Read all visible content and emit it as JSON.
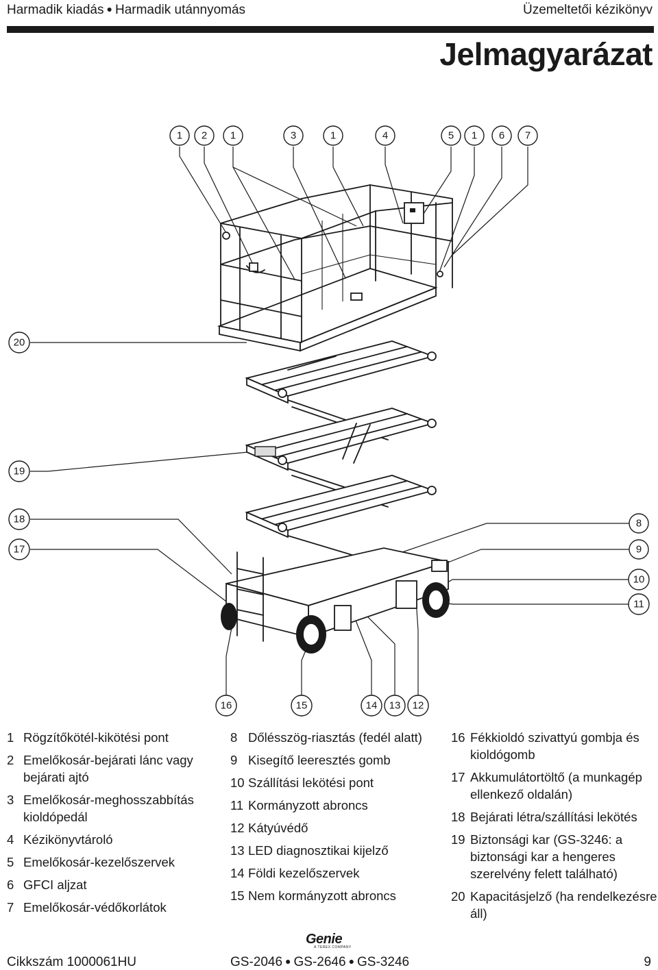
{
  "header": {
    "left_part1": "Harmadik kiadás",
    "left_part2": "Harmadik utánnyomás",
    "right": "Üzemeltetői kézikönyv"
  },
  "title": "Jelmagyarázat",
  "callouts": {
    "c1a": "1",
    "c2": "2",
    "c1b": "1",
    "c3": "3",
    "c1c": "1",
    "c4": "4",
    "c5": "5",
    "c1d": "1",
    "c6": "6",
    "c7": "7",
    "c20": "20",
    "c19": "19",
    "c18": "18",
    "c17": "17",
    "c8": "8",
    "c9": "9",
    "c10": "10",
    "c11": "11",
    "c16": "16",
    "c15": "15",
    "c14": "14",
    "c13": "13",
    "c12": "12"
  },
  "legend": {
    "col1": [
      {
        "num": "1",
        "text": "Rögzítőkötél-kikötési pont"
      },
      {
        "num": "2",
        "text": "Emelőkosár-bejárati lánc vagy bejárati ajtó"
      },
      {
        "num": "3",
        "text": "Emelőkosár-meghosszabbítás kioldópedál"
      },
      {
        "num": "4",
        "text": "Kézikönyvtároló"
      },
      {
        "num": "5",
        "text": "Emelőkosár-kezelőszervek"
      },
      {
        "num": "6",
        "text": "GFCI aljzat"
      },
      {
        "num": "7",
        "text": "Emelőkosár-védőkorlátok"
      }
    ],
    "col2": [
      {
        "num": "8",
        "text": "Dőlésszög-riasztás (fedél alatt)"
      },
      {
        "num": "9",
        "text": "Kisegítő leeresztés gomb"
      },
      {
        "num": "10",
        "text": "Szállítási lekötési pont"
      },
      {
        "num": "11",
        "text": "Kormányzott abroncs"
      },
      {
        "num": "12",
        "text": "Kátyúvédő"
      },
      {
        "num": "13",
        "text": "LED diagnosztikai kijelző"
      },
      {
        "num": "14",
        "text": "Földi kezelőszervek"
      },
      {
        "num": "15",
        "text": "Nem kormányzott abroncs"
      }
    ],
    "col3": [
      {
        "num": "16",
        "text": "Fékkioldó szivattyú gombja és kioldógomb"
      },
      {
        "num": "17",
        "text": "Akkumulátortöltő (a munkagép ellenkező oldalán)"
      },
      {
        "num": "18",
        "text": "Bejárati létra/szállítási lekötés"
      },
      {
        "num": "19",
        "text": "Biztonsági kar (GS-3246: a biztonsági kar a hengeres szerelvény felett található)"
      },
      {
        "num": "20",
        "text": "Kapacitásjelző (ha rendelkezésre áll)"
      }
    ]
  },
  "logo": {
    "word": "Genie",
    "sub": "A TEREX COMPANY"
  },
  "footer": {
    "left": "Cikkszám 1000061HU",
    "model1": "GS-2046",
    "model2": "GS-2646",
    "model3": "GS-3246",
    "page": "9"
  }
}
